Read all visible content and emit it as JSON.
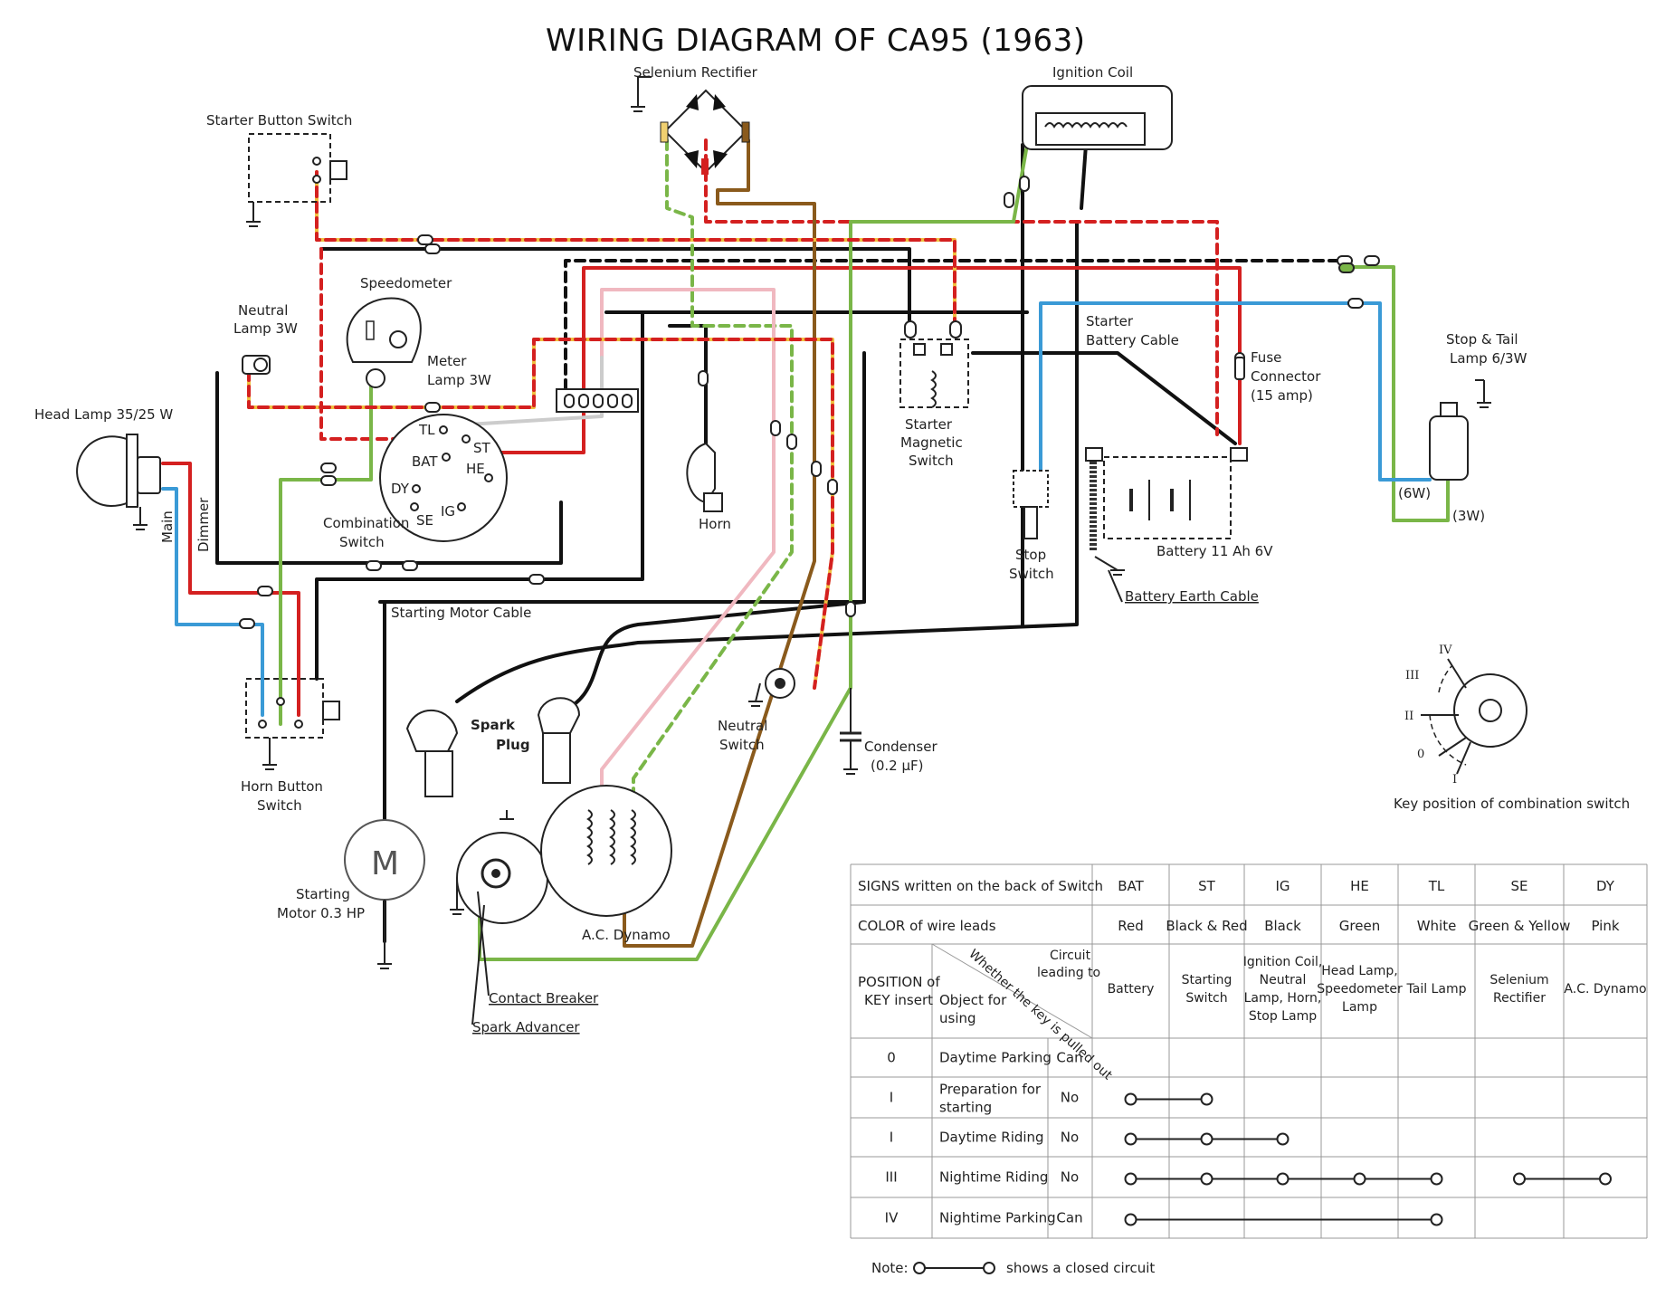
{
  "title": "WIRING DIAGRAM OF CA95 (1963)",
  "components": {
    "selenium_rectifier": "Selenium Rectifier",
    "ignition_coil": "Ignition Coil",
    "starter_button_switch": "Starter Button Switch",
    "speedometer": "Speedometer",
    "neutral_lamp": [
      "Neutral",
      "Lamp 3W"
    ],
    "meter_lamp": [
      "Meter",
      "Lamp  3W"
    ],
    "head_lamp": "Head Lamp 35/25 W",
    "main": "Main",
    "dimmer": "Dimmer",
    "combination_switch": [
      "Combination",
      "Switch"
    ],
    "horn": "Horn",
    "starter_magnetic_switch": [
      "Starter",
      "Magnetic",
      "Switch"
    ],
    "starter_battery_cable": [
      "Starter",
      "Battery Cable"
    ],
    "fuse_connector": [
      "Fuse",
      "Connector",
      "(15 amp)"
    ],
    "stop_tail_lamp": [
      "Stop & Tail",
      "Lamp 6/3W"
    ],
    "tail_6w": "(6W)",
    "tail_3w": "(3W)",
    "stop_switch": [
      "Stop",
      "Switch"
    ],
    "battery": "Battery 11 Ah 6V",
    "battery_earth_cable": "Battery Earth Cable",
    "starting_motor_cable": "Starting Motor Cable",
    "horn_button_switch": [
      "Horn Button",
      "Switch"
    ],
    "spark_plug": [
      "Spark",
      "Plug"
    ],
    "neutral_switch": [
      "Neutral",
      "Switch"
    ],
    "condenser": [
      "Condenser",
      "(0.2 µF)"
    ],
    "starting_motor": [
      "Starting",
      "Motor 0.3 HP"
    ],
    "motor_letter": "M",
    "ac_dynamo": "A.C. Dynamo",
    "contact_breaker": "Contact Breaker",
    "spark_advancer": "Spark Advancer",
    "key_position_caption": "Key position of combination switch",
    "key_positions": [
      "IV",
      "III",
      "II",
      "0",
      "I"
    ]
  },
  "terminals": [
    "TL",
    "ST",
    "BAT",
    "HE",
    "DY",
    "SE",
    "IG"
  ],
  "wire_colors": {
    "black": "#111111",
    "red": "#d42020",
    "green": "#7ab648",
    "blue": "#3a9ad6",
    "pink": "#f0b8c0",
    "brown": "#8a5a1c",
    "yellow": "#f0c040",
    "white": "#cccccc"
  },
  "table": {
    "row_signs": "SIGNS written on the back of Switch",
    "row_color": "COLOR of wire leads",
    "row_position": [
      "POSITION of",
      "KEY insert"
    ],
    "header_circuit": [
      "Circuit",
      "leading to"
    ],
    "header_object": [
      "Object for",
      "using"
    ],
    "header_diag": [
      "Whether the key",
      "is pulled out"
    ],
    "columns": [
      {
        "sign": "BAT",
        "color": "Red",
        "circuit": [
          "Battery"
        ]
      },
      {
        "sign": "ST",
        "color": "Black & Red",
        "circuit": [
          "Starting",
          "Switch"
        ]
      },
      {
        "sign": "IG",
        "color": "Black",
        "circuit": [
          "Ignition Coil,",
          "Neutral",
          "Lamp, Horn,",
          "Stop Lamp"
        ]
      },
      {
        "sign": "HE",
        "color": "Green",
        "circuit": [
          "Head Lamp,",
          "Speedometer",
          "Lamp"
        ]
      },
      {
        "sign": "TL",
        "color": "White",
        "circuit": [
          "Tail Lamp"
        ]
      },
      {
        "sign": "SE",
        "color": "Green & Yellow",
        "circuit": [
          "Selenium",
          "Rectifier"
        ]
      },
      {
        "sign": "DY",
        "color": "Pink",
        "circuit": [
          "A.C. Dynamo"
        ]
      }
    ],
    "rows": [
      {
        "pos": "0",
        "object": [
          "Daytime Parking"
        ],
        "pulled": "Can",
        "links": []
      },
      {
        "pos": "I",
        "object": [
          "Preparation for",
          "starting"
        ],
        "pulled": "No",
        "links": [
          [
            0,
            1
          ]
        ]
      },
      {
        "pos": "I",
        "object": [
          "Daytime Riding"
        ],
        "pulled": "No",
        "links": [
          [
            0,
            1,
            2
          ]
        ]
      },
      {
        "pos": "III",
        "object": [
          "Nightime Riding"
        ],
        "pulled": "No",
        "links": [
          [
            0,
            1,
            2,
            3,
            4
          ],
          [
            5,
            6
          ]
        ]
      },
      {
        "pos": "IV",
        "object": [
          "Nightime Parking"
        ],
        "pulled": "Can",
        "links": [
          [
            0,
            4
          ]
        ]
      }
    ],
    "note_label": "Note:",
    "note_text": "shows a closed circuit"
  }
}
